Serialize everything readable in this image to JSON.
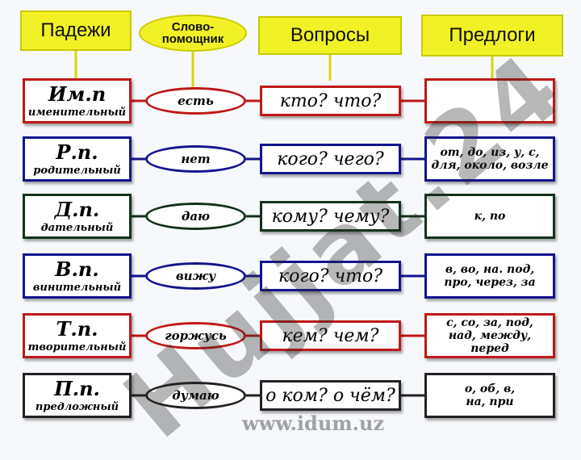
{
  "headers": {
    "cases": "Падежи",
    "helper_line1": "Слово-",
    "helper_line2": "помощник",
    "questions": "Вопросы",
    "prepositions": "Предлоги"
  },
  "rows": [
    {
      "abbr": "Им.п",
      "full": "именительный",
      "helper": "есть",
      "question": "кто? что?",
      "prep_lines": [
        ""
      ],
      "color": "#c01818"
    },
    {
      "abbr": "Р.п.",
      "full": "родительный",
      "helper": "нет",
      "question": "кого? чего?",
      "prep_lines": [
        "от, до, из, у, с,",
        "для, около, возле"
      ],
      "color": "#14148f"
    },
    {
      "abbr": "Д.п.",
      "full": "дательный",
      "helper": "даю",
      "question": "кому? чему?",
      "prep_lines": [
        "к, по"
      ],
      "color": "#14331a"
    },
    {
      "abbr": "В.п.",
      "full": "винительный",
      "helper": "вижу",
      "question": "кого? что?",
      "prep_lines": [
        "в, во, на. под,",
        "про, через, за"
      ],
      "color": "#14148f"
    },
    {
      "abbr": "Т.п.",
      "full": "творительный",
      "helper": "горжусь",
      "question": "кем? чем?",
      "prep_lines": [
        "с, со, за, под,",
        "над, между,",
        "перед"
      ],
      "color": "#c01818"
    },
    {
      "abbr": "П.п.",
      "full": "предложный",
      "helper": "думаю",
      "question": "о ком? о чём?",
      "prep_lines": [
        "о, об, в,",
        "на, при"
      ],
      "color": "#222222"
    }
  ],
  "watermark": "Hujjat.24",
  "watermark_url": "www.idum.uz"
}
